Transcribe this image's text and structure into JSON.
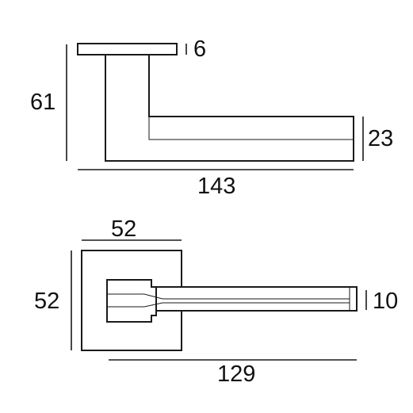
{
  "top_view": {
    "rose_thickness": "6",
    "height": "61",
    "lever_height": "23",
    "overall_length": "143"
  },
  "bottom_view": {
    "rose_width": "52",
    "rose_height": "52",
    "lever_width": "10",
    "projection_length": "129"
  },
  "colors": {
    "line": "#1a1a1a",
    "background": "#ffffff"
  }
}
